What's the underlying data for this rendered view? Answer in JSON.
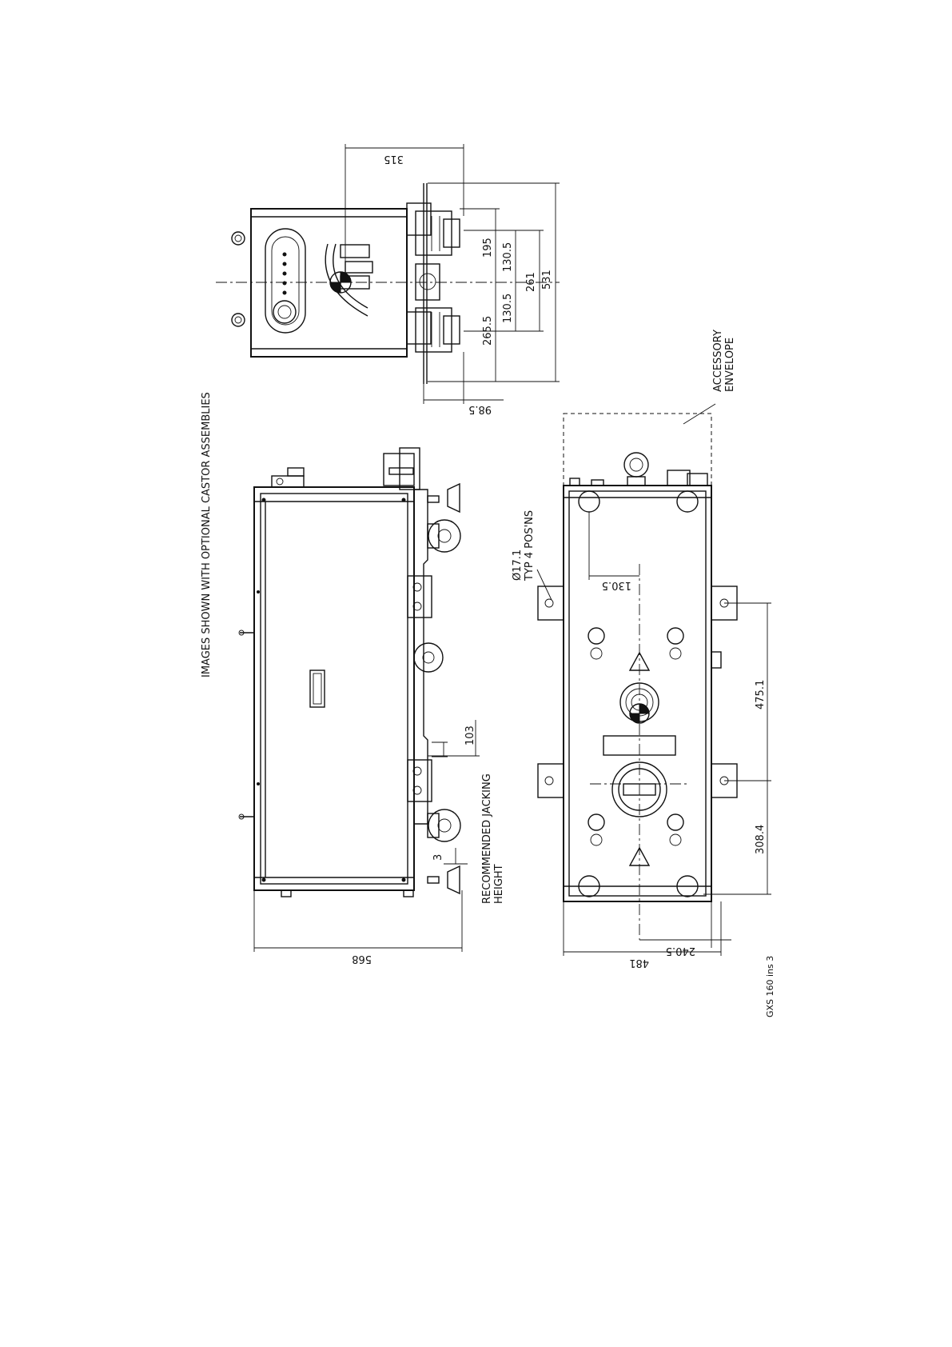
{
  "note_castors": "IMAGES SHOWN WITH OPTIONAL CASTOR ASSEMBLIES",
  "accessory_envelope": [
    "ACCESSORY",
    "ENVELOPE"
  ],
  "jacking_note": [
    "RECOMMENDED JACKING",
    "HEIGHT"
  ],
  "hole_note": [
    "Ø17.1",
    "TYP 4 POS'NS"
  ],
  "drawing_ref": "GXS 160 ins 3",
  "dims": {
    "top_315": "315",
    "top_195": "195",
    "top_130_5_a": "130.5",
    "top_130_5_b": "130.5",
    "top_261": "261",
    "top_531": "531",
    "top_265_5": "265.5",
    "top_98_5": "98.5",
    "side_103": "103",
    "side_3": "3",
    "side_568": "568",
    "plan_130_5": "130.5",
    "plan_475_1": "475.1",
    "plan_308_4": "308.4",
    "plan_240_5": "240.5",
    "plan_481": "481"
  }
}
